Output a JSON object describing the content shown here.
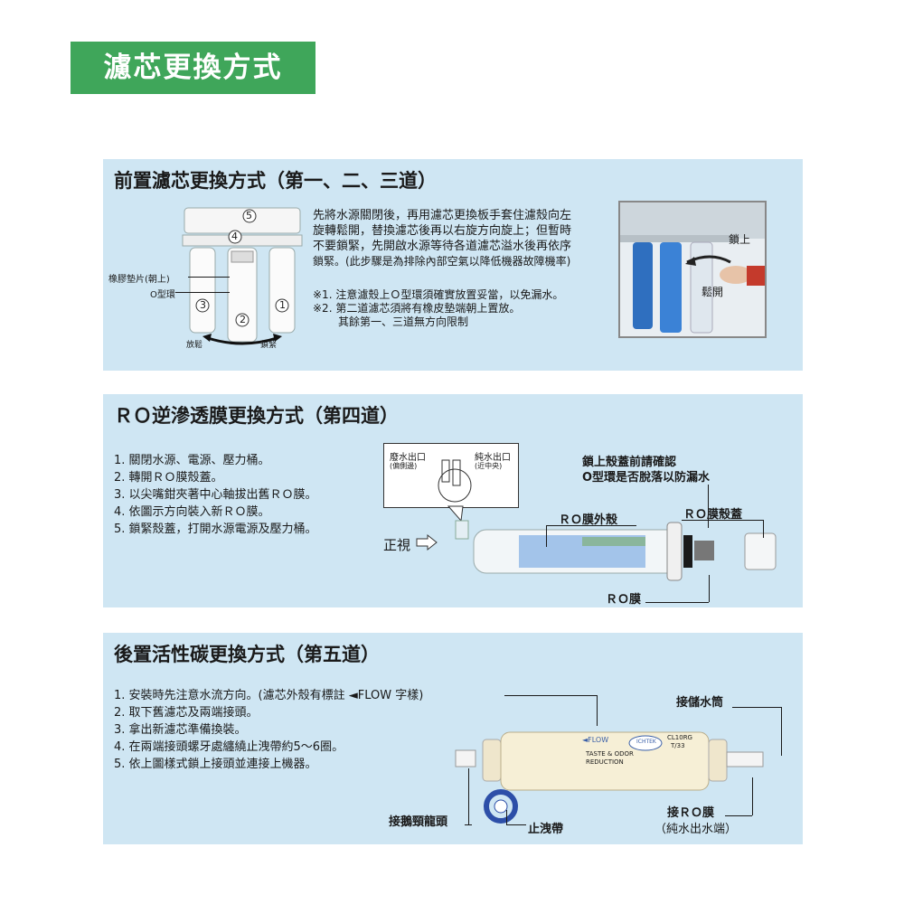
{
  "banner": {
    "title": "濾芯更換方式"
  },
  "section1": {
    "title": "前置濾芯更換方式（第一、二、三道）",
    "paragraph": [
      "先將水源關閉後，再用濾芯更換板手套住濾殼向左",
      "旋轉鬆開，替換濾芯後再以右旋方向旋上；但暫時",
      "不要鎖緊，先開啟水源等待各道濾芯溢水後再依序",
      "鎖緊。(此步驟是為排除內部空氣以降低機器故障機率)"
    ],
    "notes": [
      "※1. 注意濾殼上Ｏ型環須確實放置妥當，以免漏水。",
      "※2. 第二道濾芯須將有橡皮墊端朝上置放。",
      "其餘第一、三道無方向限制"
    ],
    "diagram": {
      "gasket_label": "橡膠墊片(朝上)",
      "oring_label": "O型環",
      "numbers": [
        "5",
        "4",
        "3",
        "2",
        "1"
      ],
      "loosen": "放鬆",
      "tighten": "鎖緊"
    },
    "photo": {
      "lock": "鎖上",
      "loosen": "鬆開"
    }
  },
  "section2": {
    "title": "ＲＯ逆滲透膜更換方式（第四道）",
    "steps": [
      "1. 關閉水源、電源、壓力桶。",
      "2. 轉開ＲＯ膜殼蓋。",
      "3. 以尖嘴鉗夾著中心軸拔出舊ＲＯ膜。",
      "4. 依圖示方向裝入新ＲＯ膜。",
      "5. 鎖緊殼蓋，打開水源電源及壓力桶。"
    ],
    "front_view": "正視",
    "callout": {
      "waste_outlet": "廢水出口",
      "waste_sub": "(偏側邊)",
      "pure_outlet": "純水出口",
      "pure_sub": "(近中央)"
    },
    "labels": {
      "check_line1": "鎖上殼蓋前請確認",
      "check_line2": "O型環是否脫落以防漏水",
      "housing": "ＲＯ膜外殼",
      "cap": "ＲＯ膜殼蓋",
      "membrane": "ＲＯ膜"
    }
  },
  "section3": {
    "title": "後置活性碳更換方式（第五道）",
    "steps": [
      "1. 安裝時先注意水流方向。(濾芯外殼有標註 ◄FLOW 字樣)",
      "2. 取下舊濾芯及兩端接頭。",
      "3. 拿出新濾芯準備換裝。",
      "4. 在兩端接頭螺牙處纏繞止洩帶約5～6圈。",
      "5. 依上圖樣式鎖上接頭並連接上機器。"
    ],
    "labels": {
      "tank": "接儲水筒",
      "gooseneck": "接鵝頸龍頭",
      "tape": "止洩帶",
      "ro_line1": "接ＲＯ膜",
      "ro_line2": "（純水出水端）"
    },
    "filter_print": {
      "flow": "◄FLOW",
      "brand": "ICHTEK",
      "model": "CL10RG",
      "model2": "T/33",
      "taste": "TASTE & ODOR",
      "reduction": "REDUCTION"
    }
  }
}
